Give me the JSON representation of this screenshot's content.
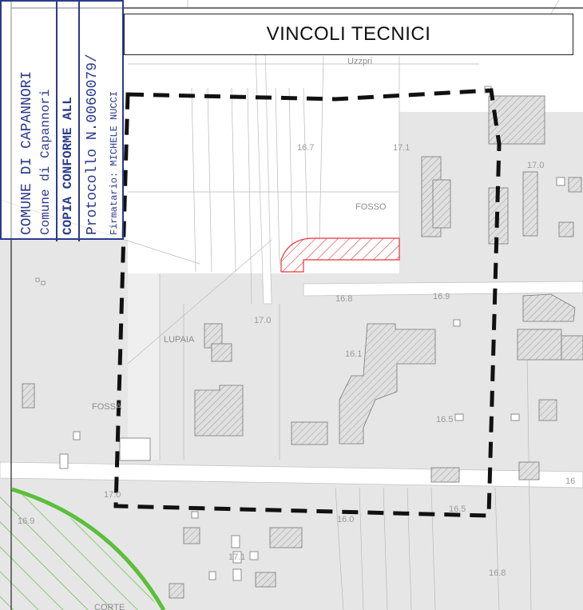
{
  "title": "VINCOLI TECNICI",
  "stamp": {
    "line1": "COMUNE DI CAPANNORI",
    "line2": "Comune di Capannori",
    "line3": "COPIA CONFORME ALL",
    "line4": "Protocollo N.0060079/",
    "line5": "Firmatario: MICHELE NUCCI"
  },
  "places": {
    "uzzpri": "Uzzpri",
    "fosso": "FOSSO",
    "lupaia": "LUPAIA",
    "fossa": "FOSSA",
    "corte": "CORTE"
  },
  "elevations": {
    "e1": "16.7",
    "e2": "17.1",
    "e3": "17.0",
    "e4": "16.8",
    "e5": "16.9",
    "e6": "17.0",
    "e7": "16.1",
    "e8": "16.5",
    "e9": "17.0",
    "e10": "16.0",
    "e11": "16.5",
    "e12": "16.9",
    "e13": "17.1",
    "e14": "16.8",
    "e15": "16"
  },
  "colors": {
    "boundary": "#111111",
    "constraint_hatch": "#e8333a",
    "green_buffer": "#5bbf3a",
    "stamp": "#2b3a8c",
    "urban_fill": "#e6e6e6"
  }
}
